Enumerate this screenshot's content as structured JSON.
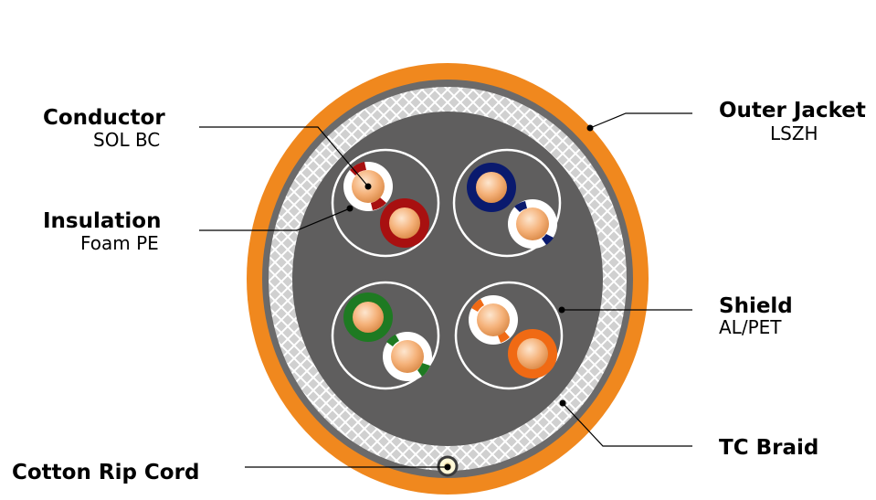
{
  "labels": {
    "conductor": {
      "title": "Conductor",
      "sub": "SOL BC"
    },
    "insulation": {
      "title": "Insulation",
      "sub": "Foam PE"
    },
    "rip_cord": {
      "title": "Cotton Rip Cord"
    },
    "outer_jacket": {
      "title": "Outer Jacket",
      "sub": "LSZH"
    },
    "shield": {
      "title": "Shield",
      "sub": "AL/PET"
    },
    "braid": {
      "title": "TC Braid"
    }
  },
  "colors": {
    "jacket": "#f0881e",
    "sheath_gray": "#6b6a6a",
    "core_gray": "#5f5e5e",
    "braid_light": "#d3d3d3",
    "copper": "#f0a468",
    "pair_colors": [
      "#a81010",
      "#0a1a6e",
      "#1e7a22",
      "#f06a14"
    ]
  }
}
